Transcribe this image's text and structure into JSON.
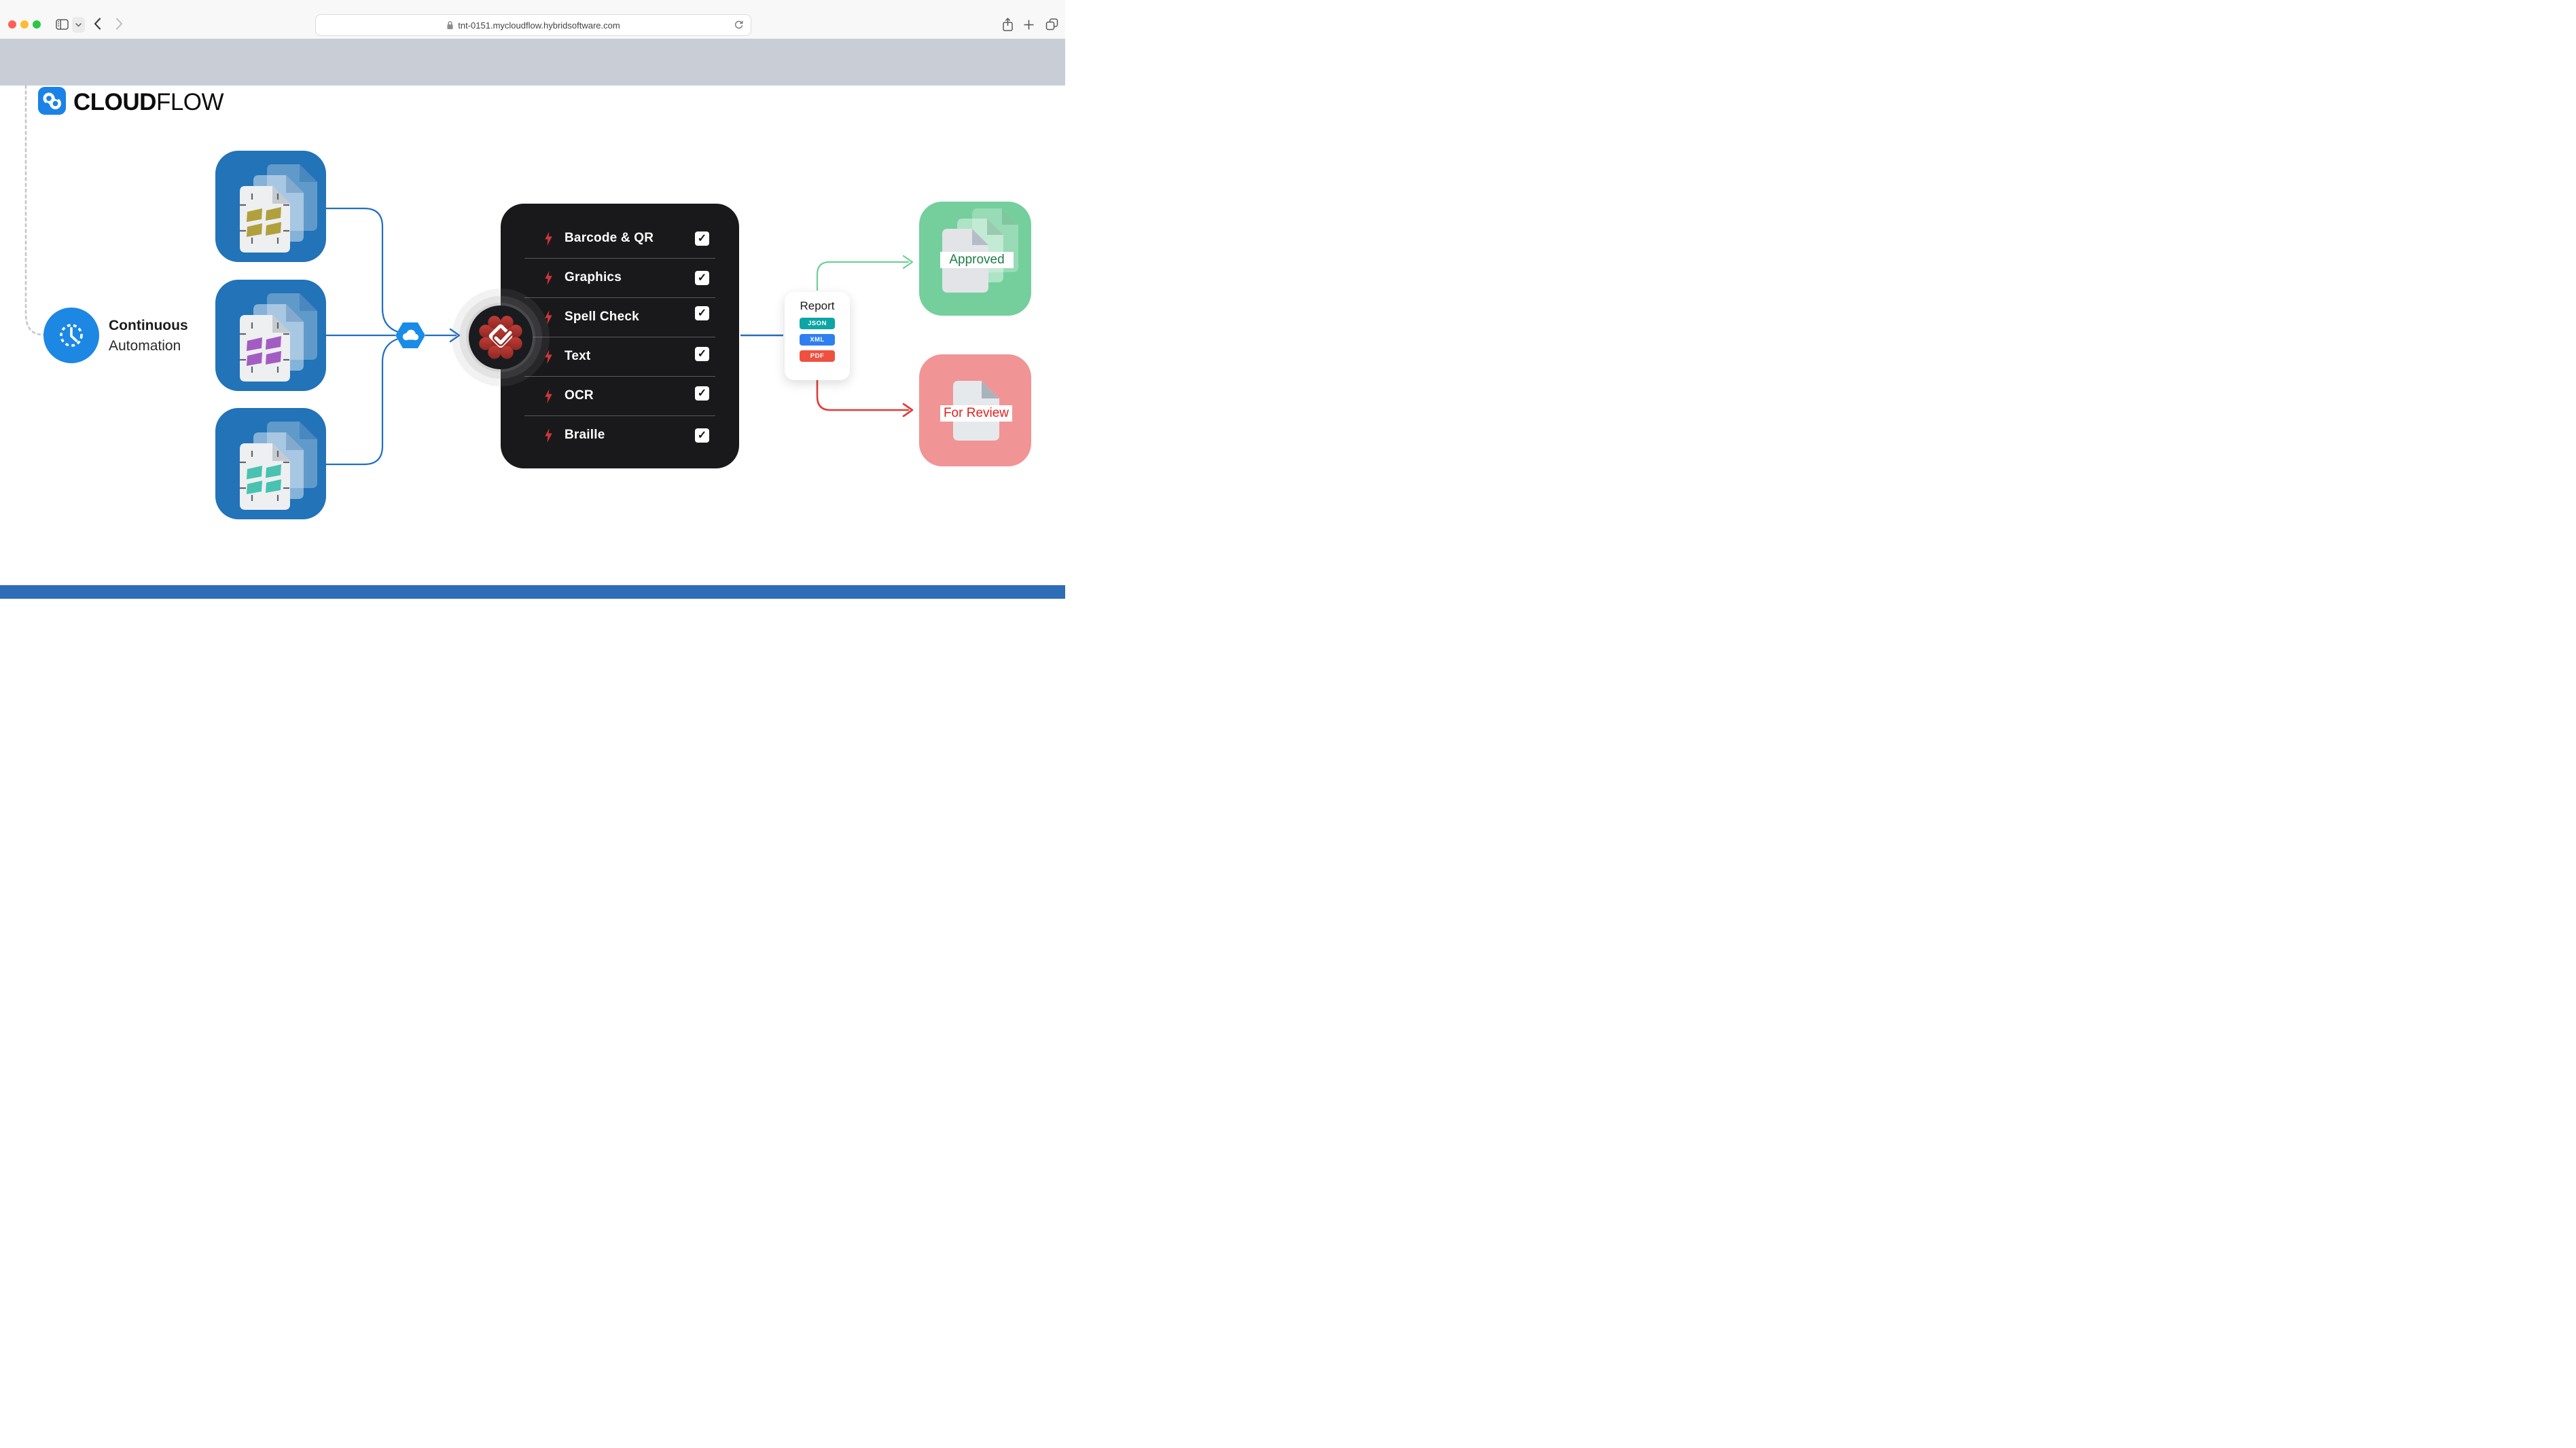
{
  "browser": {
    "url": "tnt-0151.mycloudflow.hybridsoftware.com",
    "traffic_lights": [
      "#ff5f57",
      "#febc2e",
      "#28c840"
    ]
  },
  "brand": {
    "bold": "CLOUD",
    "light": "FLOW"
  },
  "trigger": {
    "line1": "Continuous",
    "line2": "Automation"
  },
  "inputs": [
    {
      "name": "artwork-batch-1",
      "color": "#b1a03c"
    },
    {
      "name": "artwork-batch-2",
      "color": "#a35cc2"
    },
    {
      "name": "artwork-batch-3",
      "color": "#49c2b1"
    }
  ],
  "engine": {
    "checkmark": "✓",
    "checks": [
      {
        "label": "Barcode & QR",
        "checked": true
      },
      {
        "label": "Graphics",
        "checked": true
      },
      {
        "label": "Spell Check",
        "checked": true
      },
      {
        "label": "Text",
        "checked": true
      },
      {
        "label": "OCR",
        "checked": true
      },
      {
        "label": "Braille",
        "checked": true
      }
    ]
  },
  "report": {
    "title": "Report",
    "formats": [
      {
        "label": "JSON",
        "color": "#0da5a5"
      },
      {
        "label": "XML",
        "color": "#2e7ff0"
      },
      {
        "label": "PDF",
        "color": "#ee5140"
      }
    ]
  },
  "outputs": {
    "approved": {
      "label": "Approved",
      "bg": "#74cf9d",
      "text": "#1f7d49"
    },
    "review": {
      "label": "For Review",
      "bg": "#f19495",
      "text": "#e0211d"
    }
  },
  "accents": {
    "flow_blue": "#1f6fc0",
    "node_blue": "#1d87e4",
    "gear_red": "#b23430"
  }
}
